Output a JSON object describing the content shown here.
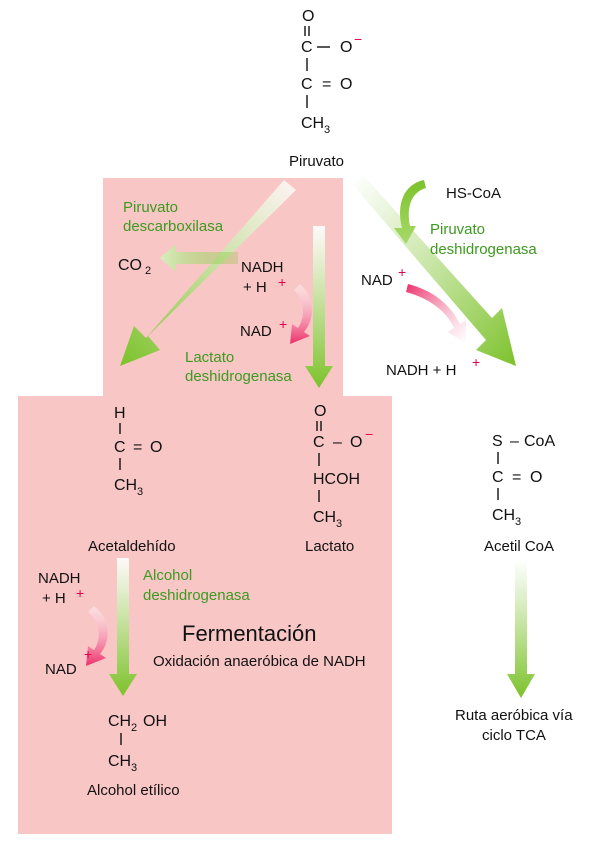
{
  "colors": {
    "box": "#f9c6c6",
    "arrow_green": "#7cc22a",
    "arrow_pink": "#ec2f6a",
    "enzyme_text": "#3c9a1f",
    "charge": "#e0004d"
  },
  "pyruvate": {
    "o_top": "O",
    "c1": "C",
    "o_minus": "O",
    "minus": "−",
    "c2": "C",
    "eq": "=",
    "o2": "O",
    "ch3": "CH",
    "sub3": "3",
    "name": "Piruvato"
  },
  "top_left": {
    "enzyme_line1": "Piruvato",
    "enzyme_line2": "descarboxilasa",
    "co2": "CO",
    "co2_sub": "2",
    "nadh_line1": "NADH",
    "nadh_line2": "+ H",
    "plus": "+",
    "nad": "NAD",
    "nad_plus": "+",
    "enzyme2_line1": "Lactato",
    "enzyme2_line2": "deshidrogenasa"
  },
  "right": {
    "hscoa": "HS-CoA",
    "enzyme_line1": "Piruvato",
    "enzyme_line2": "deshidrogenasa",
    "nad": "NAD",
    "nad_plus": "+",
    "nadh": "NADH + H",
    "nadh_plus": "+",
    "acetylcoa_s": "S",
    "acetylcoa_dash": "–",
    "acetylcoa_coa": "CoA",
    "acetylcoa_c": "C",
    "acetylcoa_eq": "=",
    "acetylcoa_o": "O",
    "acetylcoa_ch3": "CH",
    "acetylcoa_sub": "3",
    "acetylcoa_name": "Acetil CoA",
    "route_line1": "Ruta aeróbica vía",
    "route_line2": "ciclo TCA"
  },
  "acetaldehyde": {
    "h": "H",
    "c": "C",
    "eq": "=",
    "o": "O",
    "ch3": "CH",
    "sub3": "3",
    "name": "Acetaldehído"
  },
  "lactate": {
    "o_top": "O",
    "c1": "C",
    "dash": "–",
    "o_minus": "O",
    "minus": "−",
    "hcoh": "HCOH",
    "ch3": "CH",
    "sub3": "3",
    "name": "Lactato"
  },
  "fermentation": {
    "nadh_line1": "NADH",
    "nadh_line2": "+ H",
    "plus": "+",
    "nad": "NAD",
    "nad_plus": "+",
    "enzyme_line1": "Alcohol",
    "enzyme_line2": "deshidrogenasa",
    "title": "Fermentación",
    "subtitle": "Oxidación anaeróbica de NADH"
  },
  "ethanol": {
    "ch2": "CH",
    "sub2": "2",
    "oh": "OH",
    "ch3": "CH",
    "sub3": "3",
    "name": "Alcohol etílico"
  }
}
